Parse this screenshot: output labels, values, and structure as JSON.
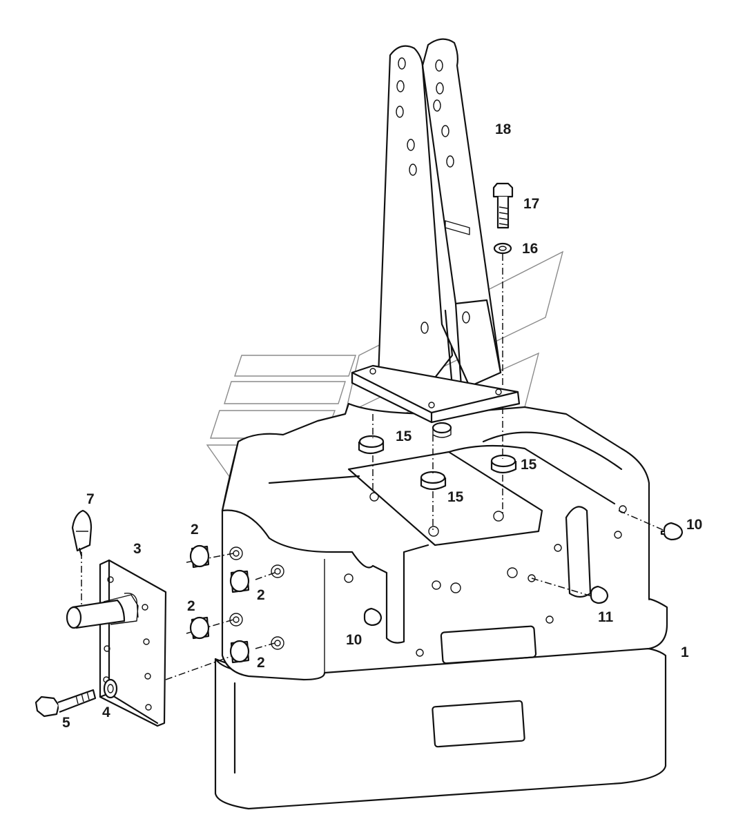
{
  "labels": [
    {
      "id": "18",
      "text": "18"
    },
    {
      "id": "17",
      "text": "17"
    },
    {
      "id": "16",
      "text": "16"
    },
    {
      "id": "15a",
      "text": "15"
    },
    {
      "id": "15b",
      "text": "15"
    },
    {
      "id": "15c",
      "text": "15"
    },
    {
      "id": "10a",
      "text": "10"
    },
    {
      "id": "10b",
      "text": "10"
    },
    {
      "id": "11",
      "text": "11"
    },
    {
      "id": "1",
      "text": "1"
    },
    {
      "id": "7",
      "text": "7"
    },
    {
      "id": "3",
      "text": "3"
    },
    {
      "id": "2a",
      "text": "2"
    },
    {
      "id": "2b",
      "text": "2"
    },
    {
      "id": "2c",
      "text": "2"
    },
    {
      "id": "2d",
      "text": "2"
    },
    {
      "id": "4",
      "text": "4"
    },
    {
      "id": "5",
      "text": "5"
    }
  ],
  "colors": {
    "line": "#111111",
    "watermark": "#8a8a8a",
    "label": "#1a1a1a"
  }
}
